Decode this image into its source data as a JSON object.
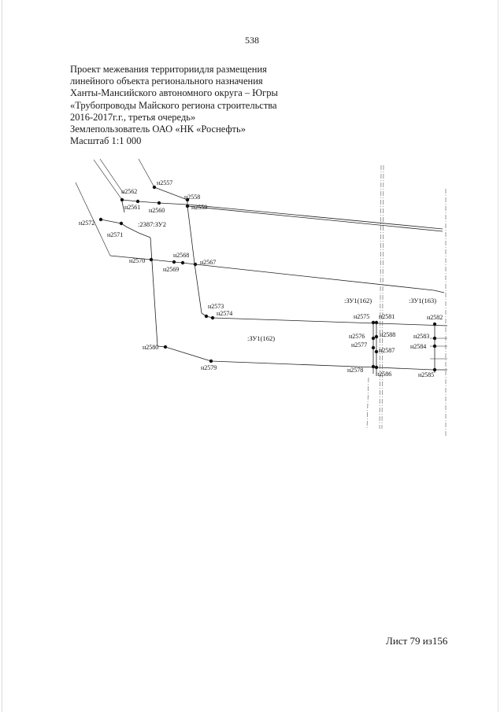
{
  "page_number": "538",
  "heading_lines": [
    "Проект межевания территориидля размещения",
    "линейного объекта регионального назначения",
    "Ханты-Мансийского автономного округа – Югры",
    "«Трубопроводы Майского региона строительства",
    "2016-2017г.г., третья очередь»",
    "Землепользователь ОАО «НК «Роснефть»",
    "Масштаб 1:1 000"
  ],
  "plan": {
    "points": [
      {
        "label": "н2557"
      },
      {
        "label": "н2558"
      },
      {
        "label": "н2559"
      },
      {
        "label": "н2560"
      },
      {
        "label": "н2561"
      },
      {
        "label": "н2562"
      },
      {
        "label": "н2567"
      },
      {
        "label": "н2568"
      },
      {
        "label": "н2569"
      },
      {
        "label": "н2570"
      },
      {
        "label": "н2571"
      },
      {
        "label": "н2572"
      },
      {
        "label": "н2573"
      },
      {
        "label": "н2574"
      },
      {
        "label": "н2575"
      },
      {
        "label": "н2576"
      },
      {
        "label": "н2577"
      },
      {
        "label": "н2578"
      },
      {
        "label": "н2579"
      },
      {
        "label": "н2580"
      },
      {
        "label": "н2581"
      },
      {
        "label": "н2582"
      },
      {
        "label": "н2583"
      },
      {
        "label": "н2584"
      },
      {
        "label": "н2585"
      },
      {
        "label": "н2586"
      },
      {
        "label": "н2587"
      },
      {
        "label": "н2588"
      }
    ],
    "parcel_labels": [
      {
        "label": ":2387:ЗУ2"
      },
      {
        "label": ":ЗУ1(162)"
      },
      {
        "label": ":ЗУ1(162)"
      },
      {
        "label": ":ЗУ1(163)"
      }
    ]
  },
  "footer": "Лист 79 из156"
}
